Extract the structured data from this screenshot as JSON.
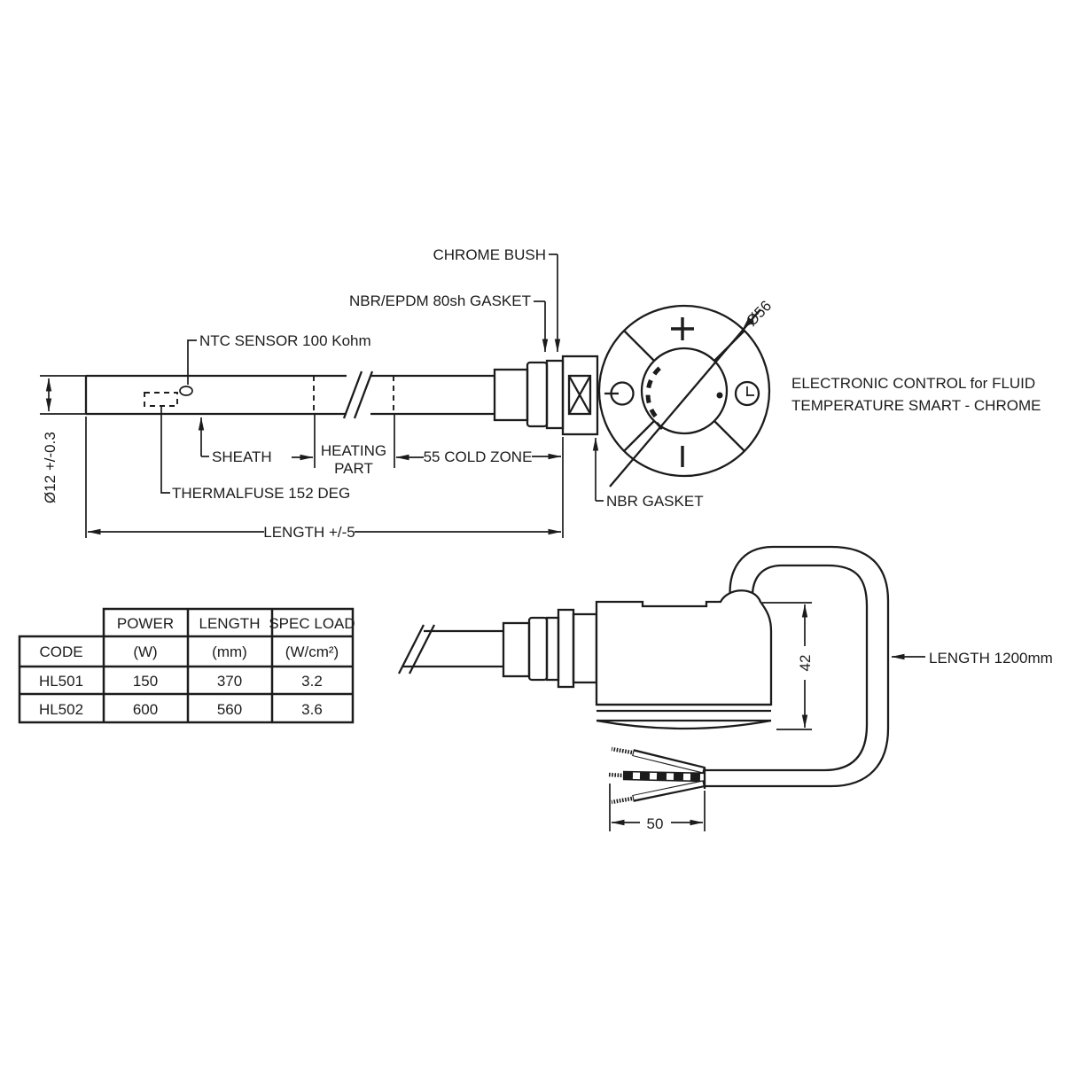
{
  "drawing_title": "Electric heating element with smart fluid temperature control - technical drawing",
  "top_view": {
    "chrome_bush": "CHROME BUSH",
    "nbr_epdm_gasket": "NBR/EPDM 80sh GASKET",
    "ntc_sensor": "NTC SENSOR 100 Kohm",
    "sheath": "SHEATH",
    "heating_line1": "HEATING",
    "heating_line2": "PART",
    "cold_zone": "55 COLD ZONE",
    "thermalfuse": "THERMALFUSE 152 DEG",
    "length_dim": "LENGTH +/-5",
    "diameter_dim": "Ø12 +/-0.3",
    "knob_diameter": "Ø56",
    "nbr_gasket": "NBR GASKET",
    "control_desc_line1": "ELECTRONIC CONTROL for FLUID",
    "control_desc_line2": "TEMPERATURE SMART - CHROME",
    "plus_symbol": "+",
    "minus_symbol": "|"
  },
  "side_view": {
    "body_height": "42",
    "cable_length": "LENGTH 1200mm",
    "wire_strip_length": "50"
  },
  "table": {
    "col_headers": [
      "POWER",
      "LENGTH",
      "SPEC LOAD"
    ],
    "unit_row": [
      "CODE",
      "(W)",
      "(mm)",
      "(W/cm²)"
    ],
    "rows": [
      [
        "HL501",
        "150",
        "370",
        "3.2"
      ],
      [
        "HL502",
        "600",
        "560",
        "3.6"
      ]
    ]
  }
}
